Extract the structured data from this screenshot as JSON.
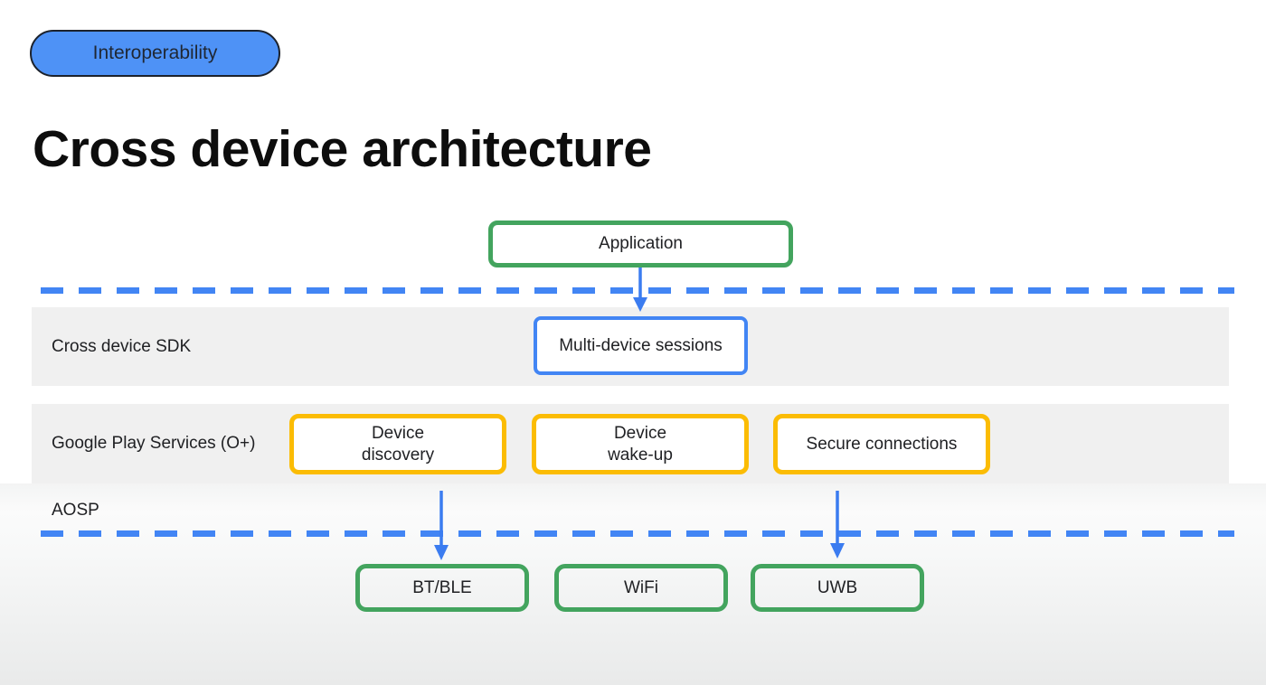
{
  "slide": {
    "badge": "Interoperability",
    "title": "Cross device architecture"
  },
  "diagram": {
    "application_box": "Application",
    "layers": {
      "sdk_label": "Cross device SDK",
      "gps_label": "Google Play Services (O+)",
      "aosp_label": "AOSP"
    },
    "sdk_boxes": {
      "multi_device_sessions": "Multi-device sessions"
    },
    "gps_boxes": {
      "device_discovery_line1": "Device",
      "device_discovery_line2": "discovery",
      "device_wakeup_line1": "Device",
      "device_wakeup_line2": "wake-up",
      "secure_connections": "Secure connections"
    },
    "radio_boxes": {
      "bt_ble": "BT/BLE",
      "wifi": "WiFi",
      "uwb": "UWB"
    },
    "colors": {
      "blue": "#4285F4",
      "green": "#43A45E",
      "yellow": "#FBBC04",
      "badge_fill": "#4E92F6",
      "band_gray": "#F0F0F0"
    }
  }
}
